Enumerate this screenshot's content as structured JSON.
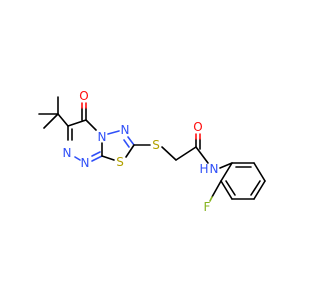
{
  "molecule": {
    "atom_labels": {
      "o_ketone": "O",
      "n_ring_left_1": "N",
      "n_ring_left_2": "N",
      "n_fused_top": "N",
      "n_thiadiazole": "N",
      "s_thiadiazole": "S",
      "s_thioether": "S",
      "o_amide": "O",
      "n_amide": "N",
      "h_amide": "H",
      "f_phenyl": "F"
    },
    "colors": {
      "carbon": "#000000",
      "nitrogen": "#3050f8",
      "oxygen": "#ff0d0d",
      "sulfur": "#b2a100",
      "fluorine": "#86b31f"
    }
  }
}
